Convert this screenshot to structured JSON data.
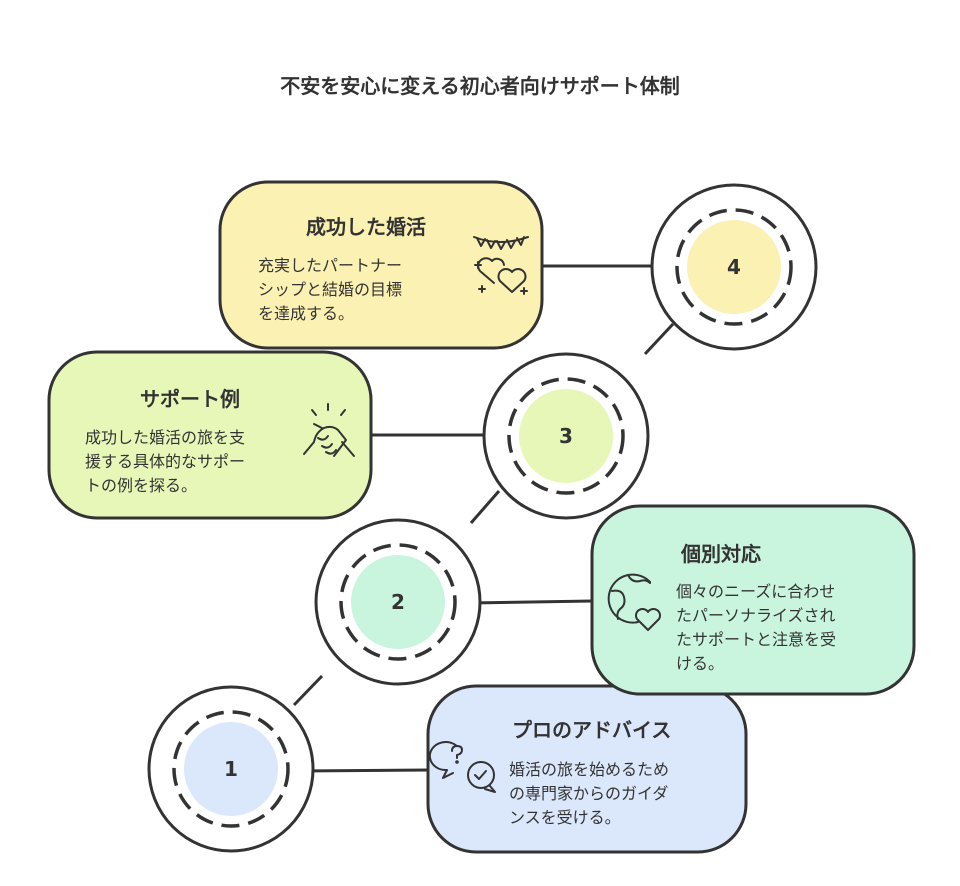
{
  "title": "不安を安心に変える初心者向けサポート体制",
  "steps": [
    {
      "number": "1",
      "title": "プロのアドバイス",
      "description": "婚活の旅を始めるための専門家からのガイダンスを受ける。",
      "desc_lines": [
        "婚活の旅を始めるため",
        "の専門家からのガイダ",
        "ンスを受ける。"
      ],
      "icon": "question-chat-icon",
      "color": "#dbe7fb"
    },
    {
      "number": "2",
      "title": "個別対応",
      "description": "個々のニーズに合わせたパーソナライズされたサポートと注意を受ける。",
      "desc_lines": [
        "個々のニーズに合わせ",
        "たパーソナライズされ",
        "たサポートと注意を受",
        "ける。"
      ],
      "icon": "globe-heart-icon",
      "color": "#c9f5df"
    },
    {
      "number": "3",
      "title": "サポート例",
      "description": "成功した婚活の旅を支援する具体的なサポートの例を探る。",
      "desc_lines": [
        "成功した婚活の旅を支",
        "援する具体的なサポー",
        "トの例を探る。"
      ],
      "icon": "handshake-icon",
      "color": "#e6f7b8"
    },
    {
      "number": "4",
      "title": "成功した婚活",
      "description": "充実したパートナーシップと結婚の目標を達成する。",
      "desc_lines": [
        "充実したパートナー",
        "シップと結婚の目標",
        "を達成する。"
      ],
      "icon": "hearts-bunting-icon",
      "color": "#fbf1b3"
    }
  ]
}
